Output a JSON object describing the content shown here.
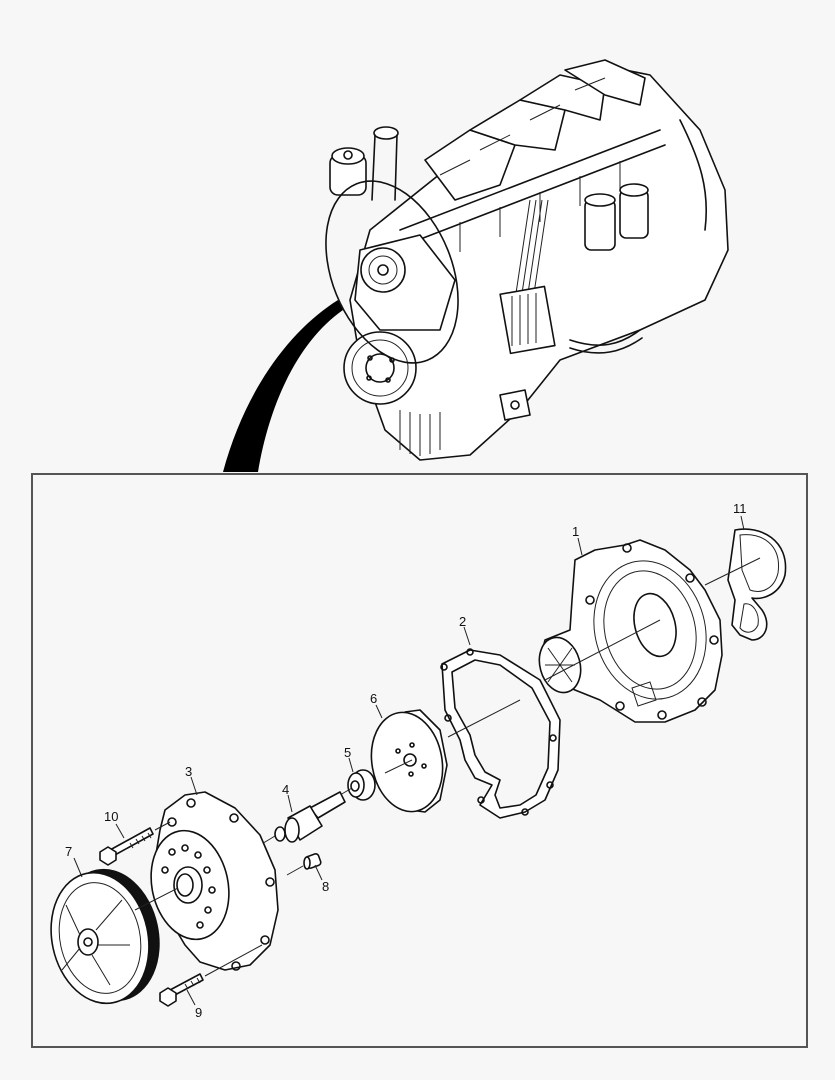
{
  "figure": {
    "type": "exploded-parts-diagram",
    "subject": "engine water pump assembly",
    "background_color": "#f7f7f7",
    "frame_color": "#555555",
    "line_color": "#111111"
  },
  "overview": {
    "description": "engine overview with highlighted water pump area",
    "highlight": "ellipse around front water pump / pulley region"
  },
  "callouts": [
    {
      "id": "1",
      "label": "1",
      "part": "pump-housing"
    },
    {
      "id": "2",
      "label": "2",
      "part": "housing-gasket"
    },
    {
      "id": "3",
      "label": "3",
      "part": "pump-cover"
    },
    {
      "id": "4",
      "label": "4",
      "part": "shaft-bearing"
    },
    {
      "id": "5",
      "label": "5",
      "part": "shaft-seal"
    },
    {
      "id": "6",
      "label": "6",
      "part": "impeller"
    },
    {
      "id": "7",
      "label": "7",
      "part": "pulley"
    },
    {
      "id": "8",
      "label": "8",
      "part": "dowel-sleeve"
    },
    {
      "id": "9",
      "label": "9",
      "part": "bolt-lower"
    },
    {
      "id": "10",
      "label": "10",
      "part": "bolt-upper"
    },
    {
      "id": "11",
      "label": "11",
      "part": "thermostat-gasket"
    }
  ]
}
